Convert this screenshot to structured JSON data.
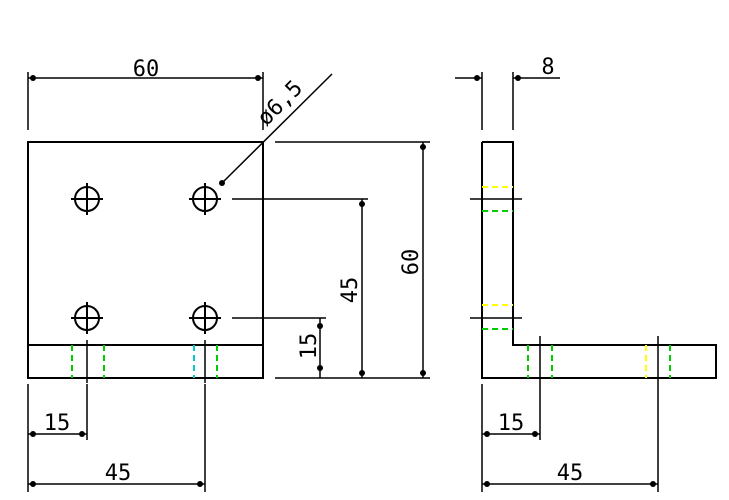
{
  "colors": {
    "line": "#000000",
    "hidden_yellow": "#ffff00",
    "hidden_green": "#00cc00",
    "hidden_cyan": "#00cccc",
    "background": "#ffffff"
  },
  "dimensions": {
    "front_width": "60",
    "front_height": "60",
    "hole_spacing_v": "45",
    "hole_offset_v": "15",
    "hole_offset_h": "15",
    "hole_spacing_h": "45",
    "hole_diameter": "ø6,5",
    "side_thickness": "8",
    "side_offset_h": "15",
    "side_spacing_h": "45"
  }
}
